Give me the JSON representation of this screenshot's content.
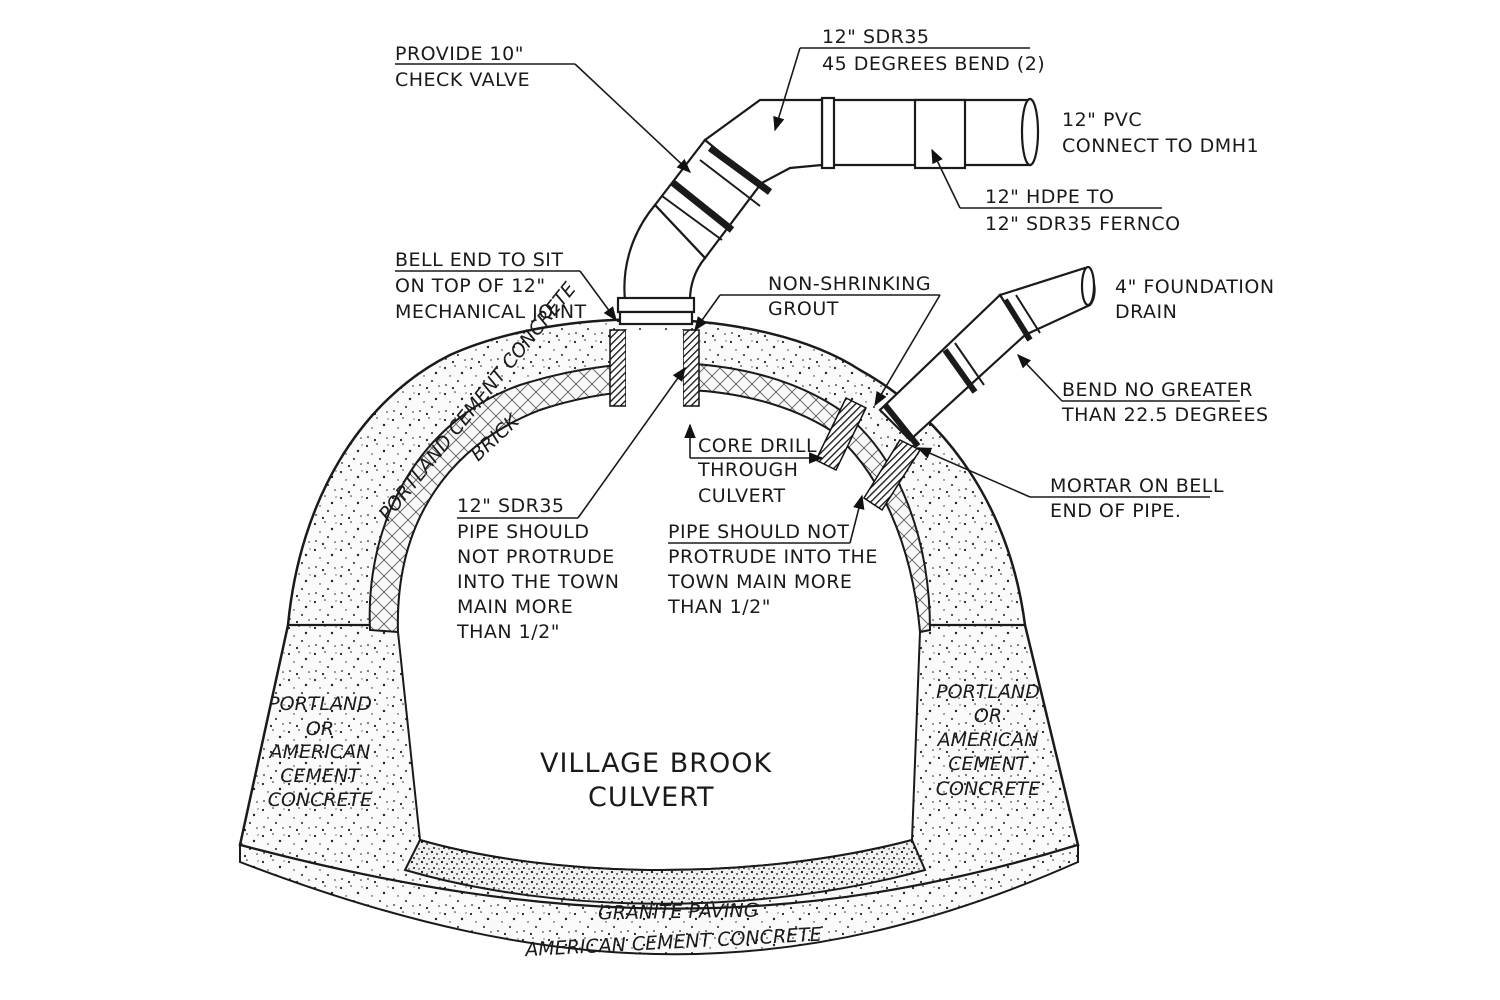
{
  "diagram": {
    "culvert_name": [
      "VILLAGE BROOK",
      "CULVERT"
    ],
    "materials": {
      "arch_outer": "PORTLAND CEMENT CONCRETE",
      "arch_inner": "BRICK",
      "left_wall": [
        "PORTLAND",
        "OR",
        "AMERICAN",
        "CEMENT",
        "CONCRETE"
      ],
      "right_wall": [
        "PORTLAND",
        "OR",
        "AMERICAN",
        "CEMENT",
        "CONCRETE"
      ],
      "invert_top": "GRANITE PAVING",
      "invert_bottom": "AMERICAN CEMENT CONCRETE"
    },
    "notes": {
      "check_valve": [
        "PROVIDE 10\"",
        "CHECK VALVE"
      ],
      "bend": [
        "12\" SDR35",
        "45 DEGREES BEND (2)"
      ],
      "pvc": [
        "12\" PVC",
        "CONNECT TO DMH1"
      ],
      "fernco": [
        "12\" HDPE TO",
        "12\" SDR35 FERNCO"
      ],
      "bell_end": [
        "BELL END TO SIT",
        "ON TOP OF 12\"",
        "MECHANICAL JOINT"
      ],
      "grout": [
        "NON-SHRINKING",
        "GROUT"
      ],
      "foundation_drain": [
        "4\" FOUNDATION",
        "DRAIN"
      ],
      "bend_limit": [
        "BEND NO GREATER",
        "THAN 22.5 DEGREES"
      ],
      "core_drill": [
        "CORE DRILL",
        "THROUGH",
        "CULVERT"
      ],
      "mortar": [
        "MORTAR ON BELL",
        "END OF PIPE."
      ],
      "pipe_12_protrude": [
        "12\" SDR35",
        "PIPE SHOULD",
        "NOT PROTRUDE",
        "INTO THE TOWN",
        "MAIN MORE",
        "THAN 1/2\""
      ],
      "pipe_4_protrude": [
        "PIPE SHOULD NOT",
        "PROTRUDE INTO THE",
        "TOWN MAIN MORE",
        "THAN 1/2\""
      ]
    }
  }
}
